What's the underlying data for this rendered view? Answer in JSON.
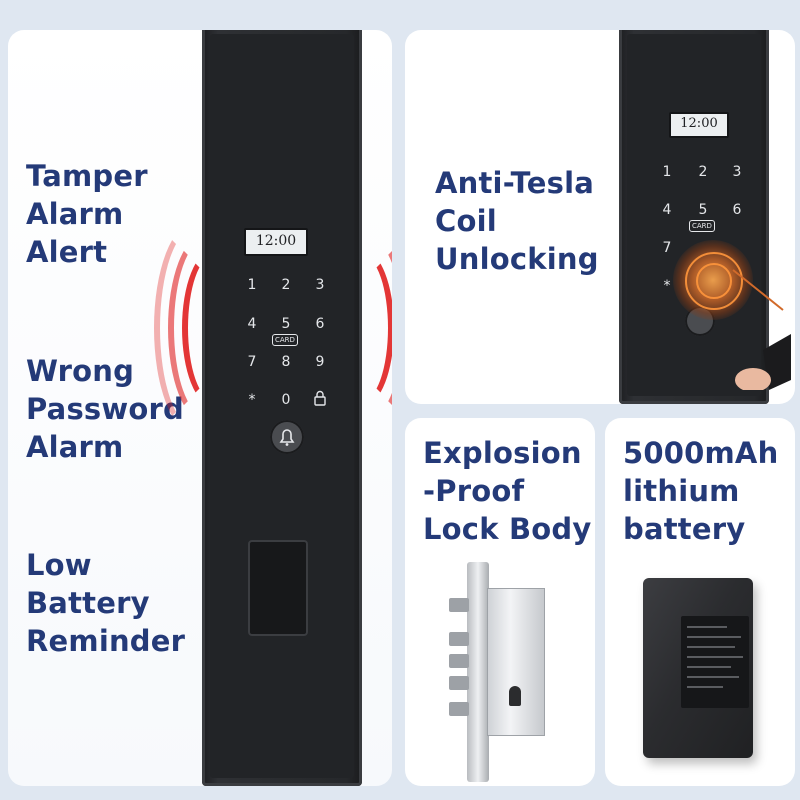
{
  "left_features": {
    "tamper": "Tamper\nAlarm\nAlert",
    "wrong_password": "Wrong\nPassword\nAlarm",
    "low_battery": "Low\nBattery\nReminder"
  },
  "top_right_feature": "Anti-Tesla\nCoil\nUnlocking",
  "lock_body_feature": "Explosion\n-Proof\nLock Body",
  "battery_feature": "5000mAh\nlithium\nbattery",
  "clock_time": "12:00",
  "keypad": {
    "row1": [
      "1",
      "2",
      "3"
    ],
    "row2": [
      "4",
      "5",
      "6"
    ],
    "row3": [
      "7",
      "8",
      "9"
    ],
    "row4": [
      "*",
      "0"
    ],
    "card_label": "CARD"
  },
  "colors": {
    "heading": "#243a78",
    "alarm_wave": "#e02020",
    "panel": "#2a2c2f",
    "background": "#dfe7f1"
  },
  "icons": [
    "bell-icon",
    "lock-icon",
    "fingerprint-sensor",
    "tesla-coil-spark-icon"
  ]
}
